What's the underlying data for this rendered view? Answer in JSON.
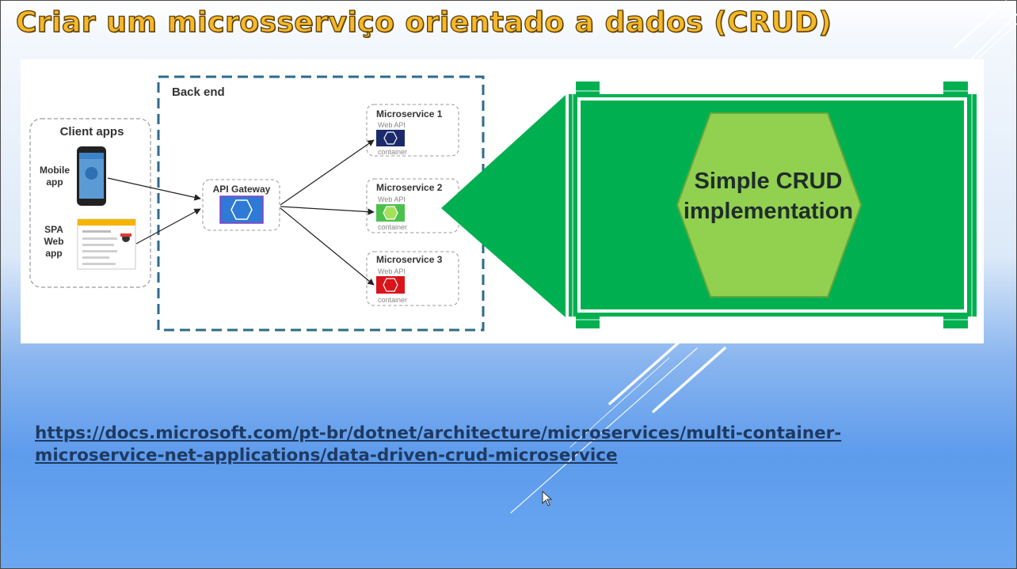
{
  "slide": {
    "title": "Criar um microsserviço orientado a dados (CRUD)",
    "link": "https://docs.microsoft.com/pt-br/dotnet/architecture/microservices/multi-container-microservice-net-applications/data-driven-crud-microservice"
  },
  "diagram": {
    "backend_label": "Back end",
    "client_group_label": "Client apps",
    "mobile_label": [
      "Mobile",
      "app"
    ],
    "spa_label": [
      "SPA",
      "Web",
      "app"
    ],
    "gateway_label": "API Gateway",
    "microservices": [
      {
        "name": "Microservice 1",
        "web_api": "Web API",
        "container": "container",
        "color": "#1b2a6b"
      },
      {
        "name": "Microservice 2",
        "web_api": "Web API",
        "container": "container",
        "color": "#7cc33c"
      },
      {
        "name": "Microservice 3",
        "web_api": "Web API",
        "container": "container",
        "color": "#d9141b"
      }
    ],
    "zoom_label": [
      "Simple CRUD",
      "implementation"
    ]
  },
  "colors": {
    "title": "#f6b828",
    "green": "#00b050",
    "light_green": "#92d050",
    "dashed_border": "#2e6a8c",
    "link": "#1f3a62"
  }
}
